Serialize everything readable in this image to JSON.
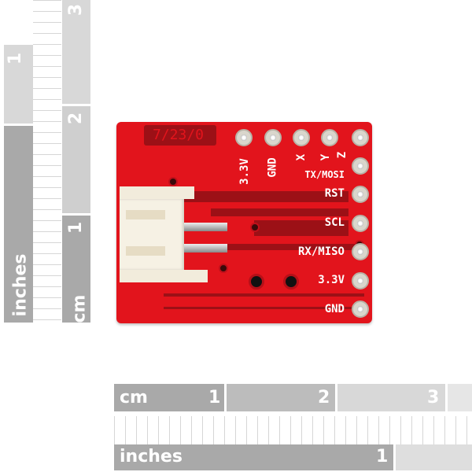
{
  "ruler_left": {
    "inches_label": "inches",
    "inches_marks": [
      "1"
    ],
    "cm_label": "cm",
    "cm_marks": [
      "1",
      "2",
      "3"
    ]
  },
  "ruler_bottom": {
    "cm_label": "cm",
    "cm_marks": [
      "1",
      "2",
      "3"
    ],
    "inches_label": "inches",
    "inches_marks": [
      "1"
    ]
  },
  "board": {
    "color": "#e2141c",
    "date_code": "7/23/0",
    "top_labels": [
      "3.3V",
      "GND",
      "X",
      "Y",
      "Z"
    ],
    "side_labels": [
      "TX/MOSI",
      "RST",
      "SCL",
      "RX/MISO",
      "3.3V",
      "GND"
    ]
  }
}
